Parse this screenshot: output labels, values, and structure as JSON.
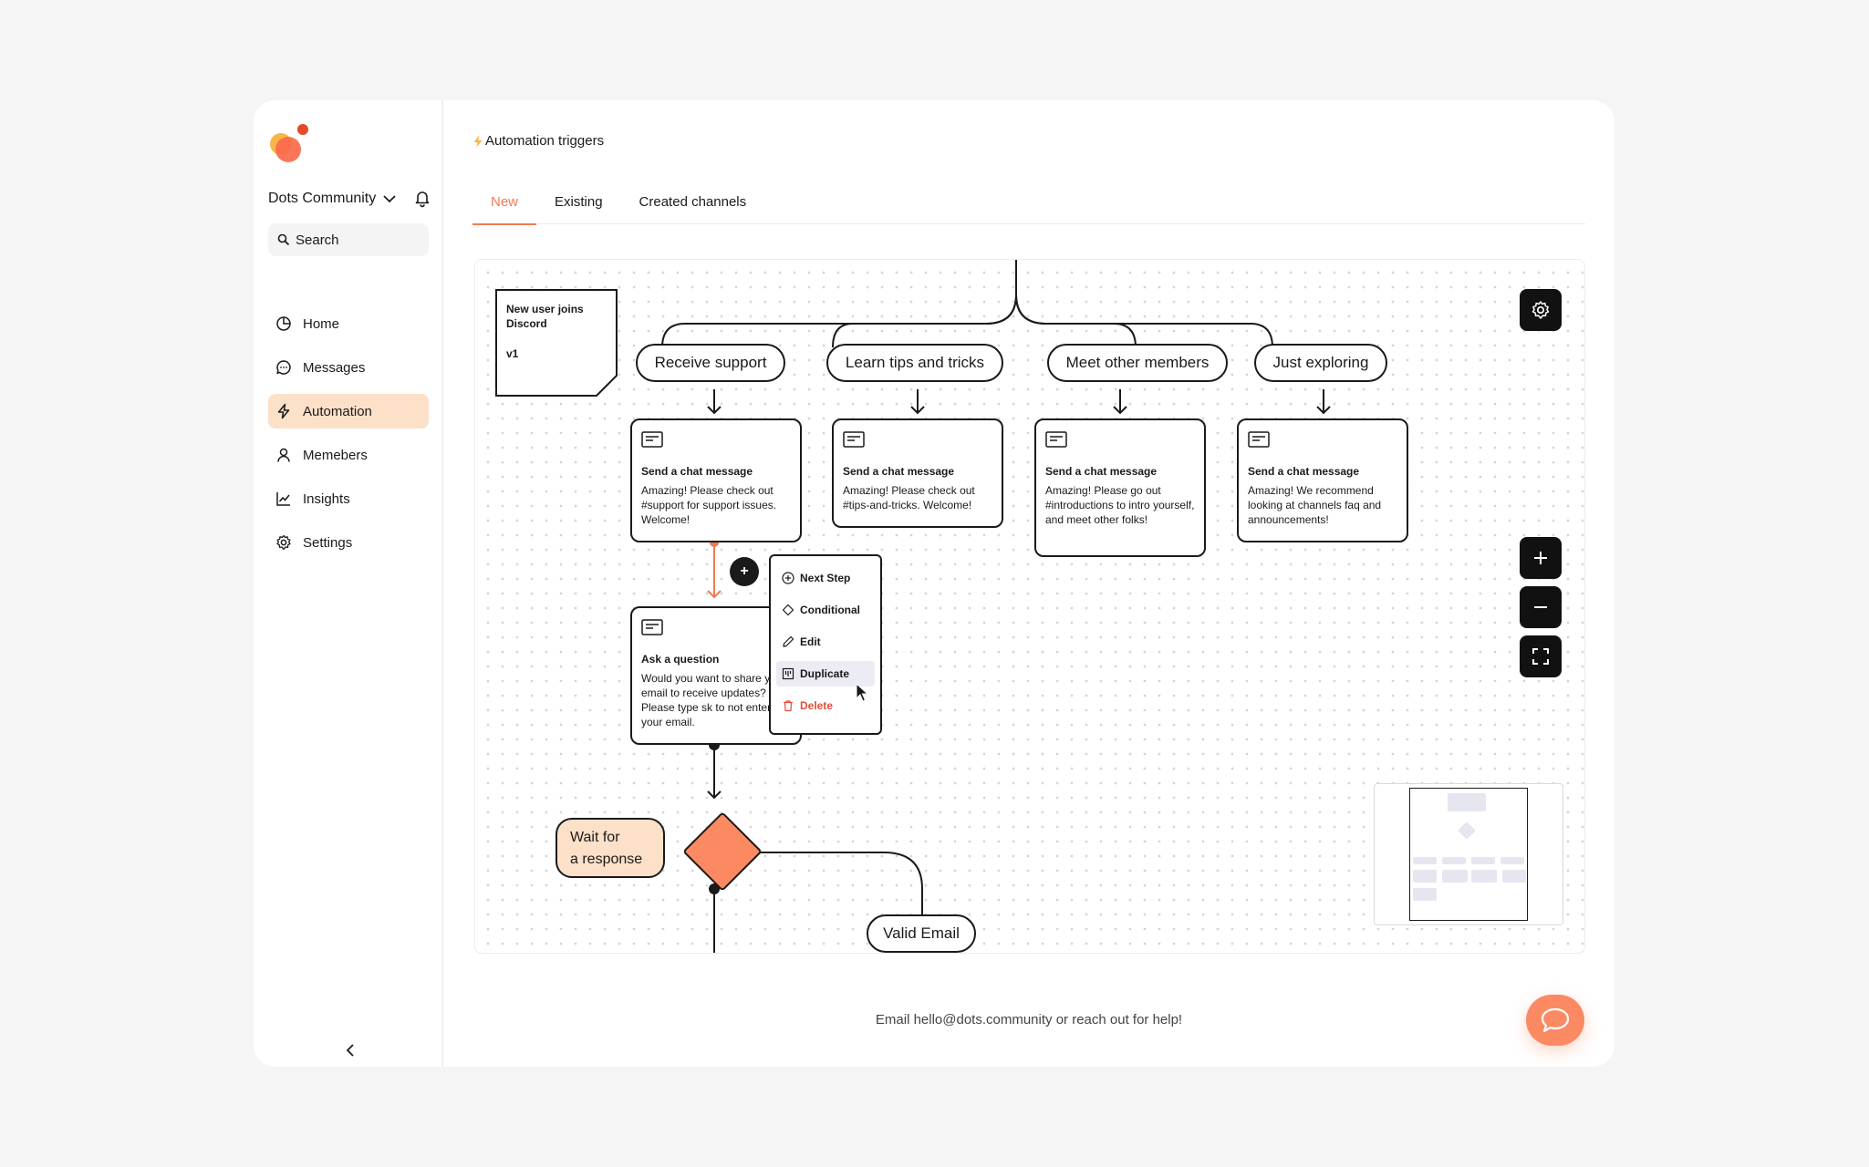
{
  "sidebar": {
    "workspace_name": "Dots Community",
    "search_placeholder": "Search",
    "items": [
      {
        "label": "Home",
        "icon": "pie-chart-icon"
      },
      {
        "label": "Messages",
        "icon": "chat-bubble-icon"
      },
      {
        "label": "Automation",
        "icon": "bolt-icon",
        "active": true
      },
      {
        "label": "Memebers",
        "icon": "person-icon"
      },
      {
        "label": "Insights",
        "icon": "line-chart-icon"
      },
      {
        "label": "Settings",
        "icon": "gear-icon"
      }
    ]
  },
  "header": {
    "title": "Automation triggers",
    "tabs": [
      {
        "label": "New",
        "active": true
      },
      {
        "label": "Existing"
      },
      {
        "label": "Created channels"
      }
    ]
  },
  "flow": {
    "trigger": {
      "title": "New user joins Discord",
      "version": "v1"
    },
    "branches": [
      "Receive support",
      "Learn tips and tricks",
      "Meet other members",
      "Just exploring"
    ],
    "cards": [
      {
        "title": "Send a chat message",
        "body": "Amazing! Please check out #support for support issues. Welcome!"
      },
      {
        "title": "Send a chat message",
        "body": "Amazing! Please check out #tips-and-tricks. Welcome!"
      },
      {
        "title": "Send a chat message",
        "body": "Amazing! Please go out #introductions to intro yourself, and meet other folks!"
      },
      {
        "title": "Send a chat message",
        "body": "Amazing! We recommend looking at channels faq and announcements!"
      }
    ],
    "question_card": {
      "title": "Ask a question",
      "body": "Would you want to share your email to receive updates? Please type sk to not enter your email."
    },
    "add_button": "+",
    "context_menu": [
      {
        "label": "Next Step",
        "icon": "plus-circle-icon"
      },
      {
        "label": "Conditional",
        "icon": "diamond-icon"
      },
      {
        "label": "Edit",
        "icon": "pencil-icon"
      },
      {
        "label": "Duplicate",
        "icon": "duplicate-icon",
        "hovered": true
      },
      {
        "label": "Delete",
        "icon": "trash-icon",
        "danger": true
      }
    ],
    "wait_node": {
      "line1": "Wait for",
      "line2": "a response"
    },
    "valid_email": "Valid Email"
  },
  "footer": {
    "help_text": "Email hello@dots.community or reach out for help!"
  },
  "colors": {
    "accent": "#ef7a55",
    "active_nav_bg": "#fde0c8",
    "diamond": "#fb8a63",
    "danger": "#e24d3a"
  }
}
